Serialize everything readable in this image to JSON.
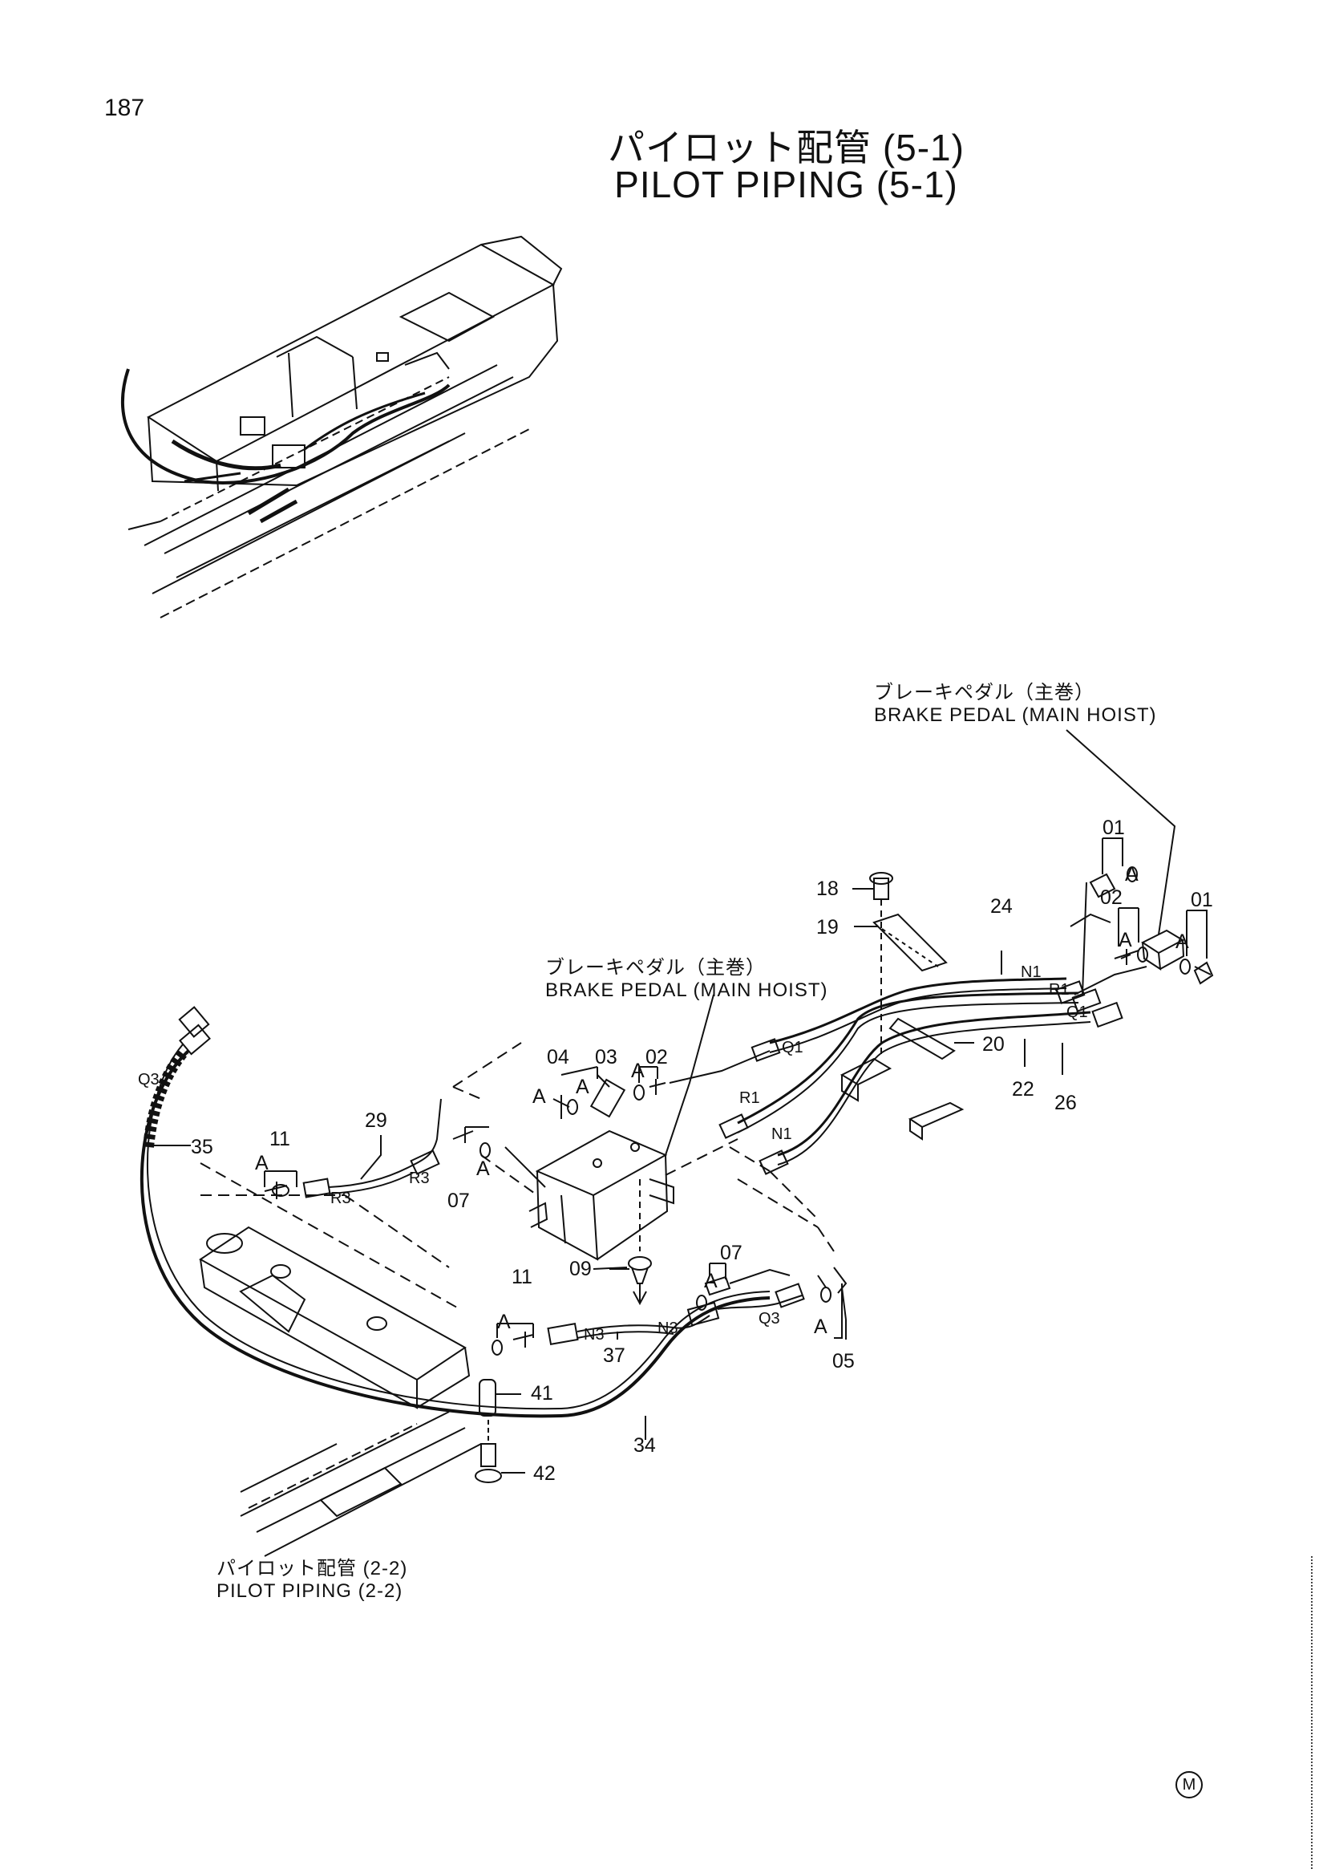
{
  "page_number": "187",
  "title_jp": "パイロット配管 (5-1)",
  "title_en": "PILOT PIPING (5-1)",
  "callouts": {
    "brake_pedal_right": {
      "jp": "ブレーキペダル（主巻）",
      "en": "BRAKE PEDAL (MAIN HOIST)"
    },
    "brake_pedal_center": {
      "jp": "ブレーキペダル（主巻）",
      "en": "BRAKE PEDAL (MAIN HOIST)"
    },
    "pilot_piping_ref": {
      "jp": "パイロット配管 (2-2)",
      "en": "PILOT PIPING (2-2)"
    }
  },
  "part_labels": {
    "p01_top": "01",
    "p01_right": "01",
    "p02_right": "02",
    "p02_left": "02",
    "p03": "03",
    "p04": "04",
    "p05": "05",
    "p07_left": "07",
    "p07_right": "07",
    "p09": "09",
    "p11_left": "11",
    "p11_right": "11",
    "p18": "18",
    "p19": "19",
    "p20": "20",
    "p22": "22",
    "p24": "24",
    "p26": "26",
    "p29": "29",
    "p34": "34",
    "p35": "35",
    "p37": "37",
    "p41": "41",
    "p42": "42"
  },
  "port_labels": {
    "n1_right": "N1",
    "r1_right": "R1",
    "q1_right": "Q1",
    "q1_left": "Q1",
    "r1_left": "R1",
    "n1_left": "N1",
    "q3_top": "Q3",
    "q3_mid": "Q3",
    "r3_a": "R3",
    "r3_b": "R3",
    "n3_a": "N3",
    "n3_b": "N3"
  },
  "detail_a": "A",
  "manual_mark": "M"
}
